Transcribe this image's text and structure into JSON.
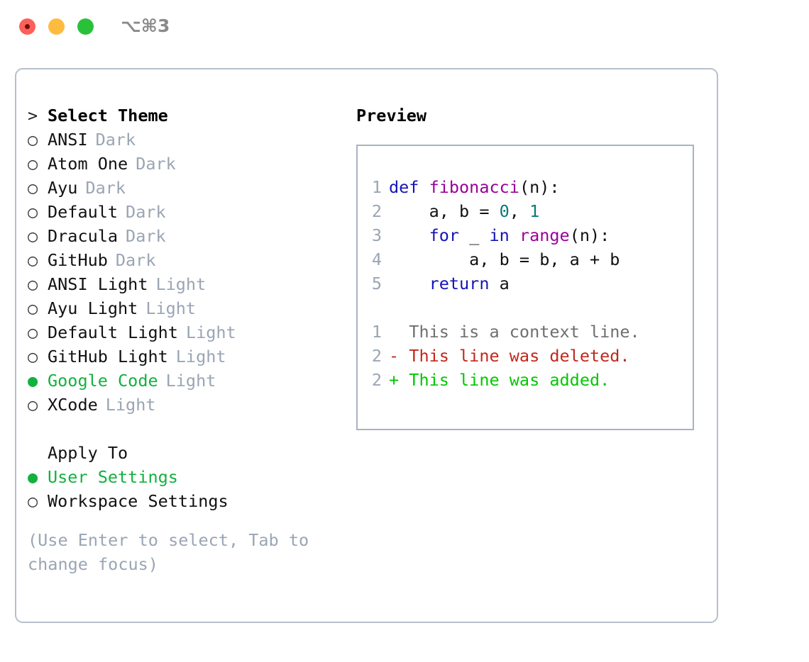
{
  "window": {
    "shortcut": "⌥⌘3",
    "traffic_lights": [
      {
        "name": "close-button",
        "color": "#fc6058"
      },
      {
        "name": "minimize-button",
        "color": "#fdbc40"
      },
      {
        "name": "maximize-button",
        "color": "#2ac13a"
      }
    ]
  },
  "theme_picker": {
    "heading_marker": ">",
    "heading": "Select Theme",
    "marker_selected": "●",
    "marker_unselected": "○",
    "selected_color": "#12b13f",
    "variant_color": "#9aa5b4",
    "items": [
      {
        "marker": "○",
        "name": "ANSI",
        "variant": "Dark",
        "selected": false
      },
      {
        "marker": "○",
        "name": "Atom One",
        "variant": "Dark",
        "selected": false
      },
      {
        "marker": "○",
        "name": "Ayu",
        "variant": "Dark",
        "selected": false
      },
      {
        "marker": "○",
        "name": "Default",
        "variant": "Dark",
        "selected": false
      },
      {
        "marker": "○",
        "name": "Dracula",
        "variant": "Dark",
        "selected": false
      },
      {
        "marker": "○",
        "name": "GitHub",
        "variant": "Dark",
        "selected": false
      },
      {
        "marker": "○",
        "name": "ANSI Light",
        "variant": "Light",
        "selected": false
      },
      {
        "marker": "○",
        "name": "Ayu Light",
        "variant": "Light",
        "selected": false
      },
      {
        "marker": "○",
        "name": "Default Light",
        "variant": "Light",
        "selected": false
      },
      {
        "marker": "○",
        "name": "GitHub Light",
        "variant": "Light",
        "selected": false
      },
      {
        "marker": "●",
        "name": "Google Code",
        "variant": "Light",
        "selected": true
      },
      {
        "marker": "○",
        "name": "XCode",
        "variant": "Light",
        "selected": false
      }
    ]
  },
  "apply_to": {
    "heading": "Apply To",
    "items": [
      {
        "marker": "●",
        "name": "User Settings",
        "selected": true
      },
      {
        "marker": "○",
        "name": "Workspace Settings",
        "selected": false
      }
    ]
  },
  "hint": "(Use Enter to select, Tab to change focus)",
  "preview": {
    "title": "Preview",
    "code_lines": [
      {
        "number": "1",
        "tokens": [
          {
            "text": "def ",
            "type": "kw"
          },
          {
            "text": "fibonacci",
            "type": "fn"
          },
          {
            "text": "(n):",
            "type": "pl"
          }
        ]
      },
      {
        "number": "2",
        "tokens": [
          {
            "text": "    a, b = ",
            "type": "pl"
          },
          {
            "text": "0",
            "type": "num"
          },
          {
            "text": ", ",
            "type": "pl"
          },
          {
            "text": "1",
            "type": "num"
          }
        ]
      },
      {
        "number": "3",
        "tokens": [
          {
            "text": "    ",
            "type": "pl"
          },
          {
            "text": "for ",
            "type": "kw"
          },
          {
            "text": "_ ",
            "type": "pl"
          },
          {
            "text": "in ",
            "type": "kw"
          },
          {
            "text": "range",
            "type": "fn"
          },
          {
            "text": "(n):",
            "type": "pl"
          }
        ]
      },
      {
        "number": "4",
        "tokens": [
          {
            "text": "        a, b = b, a + b",
            "type": "pl"
          }
        ]
      },
      {
        "number": "5",
        "tokens": [
          {
            "text": "    ",
            "type": "pl"
          },
          {
            "text": "return ",
            "type": "kw"
          },
          {
            "text": "a",
            "type": "pl"
          }
        ]
      }
    ],
    "diff_lines": [
      {
        "number": "1",
        "text": "  This is a context line.",
        "kind": "ctx"
      },
      {
        "number": "2",
        "text": "- This line was deleted.",
        "kind": "del"
      },
      {
        "number": "2",
        "text": "+ This line was added.",
        "kind": "add"
      }
    ],
    "colors": {
      "keyword": "#1414b8",
      "function": "#990099",
      "number": "#0b7a76",
      "plain": "#111111",
      "line_number": "#9aa5b4",
      "diff_context": "#6f6f6f",
      "diff_deleted": "#c0281c",
      "diff_added": "#00c800"
    }
  }
}
